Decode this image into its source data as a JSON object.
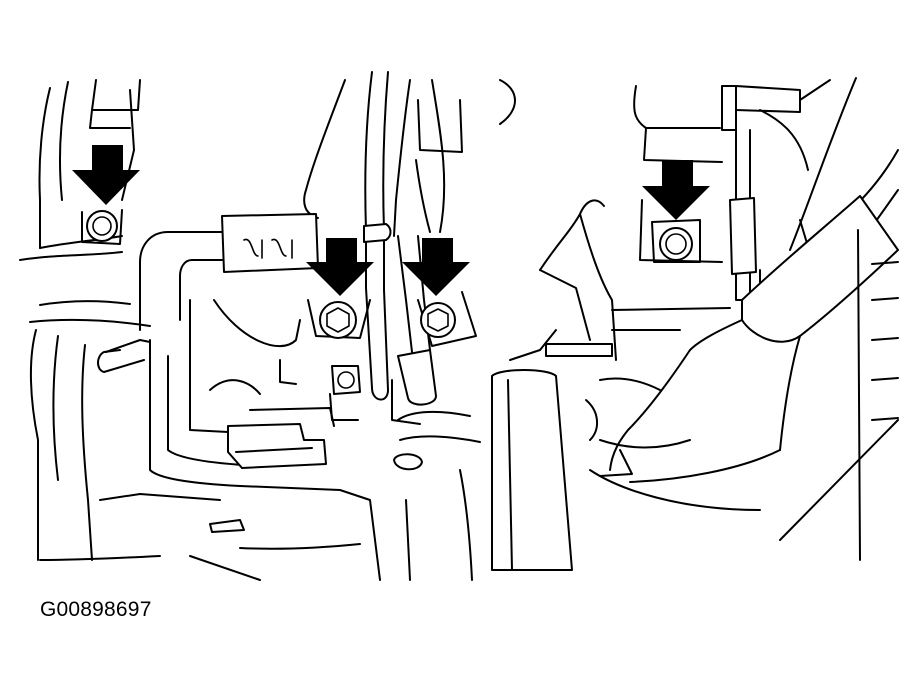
{
  "figure": {
    "id": "G00898697",
    "callouts": [
      {
        "name": "arrow-bolt-left-upper"
      },
      {
        "name": "arrow-bolt-center-left"
      },
      {
        "name": "arrow-bolt-center-right"
      },
      {
        "name": "arrow-bolt-right"
      }
    ],
    "colors": {
      "line": "#000000",
      "background": "#ffffff"
    }
  }
}
